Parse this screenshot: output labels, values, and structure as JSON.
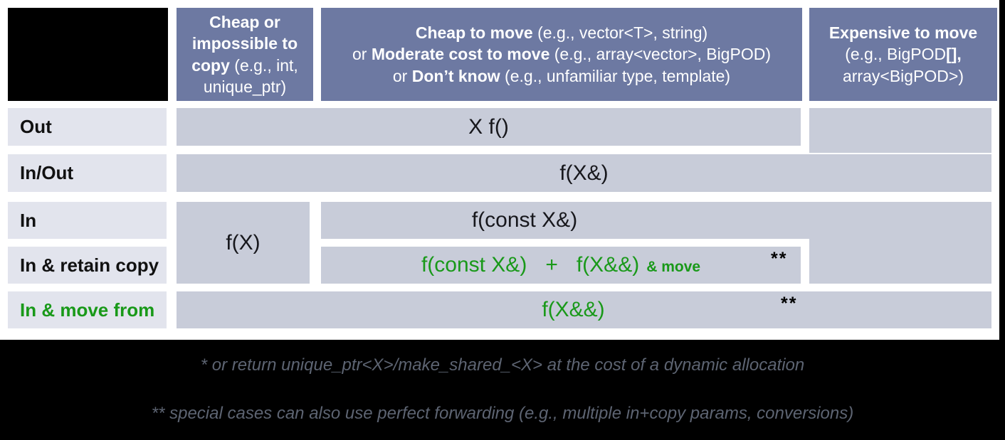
{
  "colors": {
    "header_bg": "#6d79a2",
    "cell_bg": "#c8ccd9",
    "label_bg": "#e2e4ed",
    "green": "#199919",
    "footnote_text": "#5d6472",
    "footer_bg": "#000000"
  },
  "header": {
    "col1": {
      "bold": "Cheap or impossible to copy",
      "rest": " (e.g., int, unique_ptr)"
    },
    "col2": {
      "l1b": "Cheap to move",
      "l1r": " (e.g., vector<T>, string)",
      "l2p": "or ",
      "l2b": "Moderate cost to move",
      "l2r": " (e.g., array<vector>, BigPOD)",
      "l3p": "or ",
      "l3b": "Don’t know",
      "l3r": " (e.g., unfamiliar type, template)"
    },
    "col3": {
      "l1b": "Expensive to move",
      "l2r": "(e.g., BigPOD",
      "l2b": "[],",
      "l3": "array<BigPOD>)"
    }
  },
  "row_labels": {
    "out": "Out",
    "inout": "In/Out",
    "in": "In",
    "retain": "In & retain copy",
    "move": "In & move from"
  },
  "cells": {
    "out": "X f()",
    "inout": "f(X&)",
    "cheap_copy": "f(X)",
    "in": "f(const X&)",
    "retain_a": "f(const X&)",
    "retain_plus": "+",
    "retain_b": "f(X&&)",
    "retain_c": "& move",
    "retain_note": "**",
    "move": "f(X&&)",
    "move_note": "**"
  },
  "footnotes": {
    "line1": "* or return unique_ptr<X>/make_shared_<X> at the cost of a dynamic allocation",
    "line2": "** special cases can also use perfect forwarding (e.g., multiple in+copy params, conversions)"
  }
}
